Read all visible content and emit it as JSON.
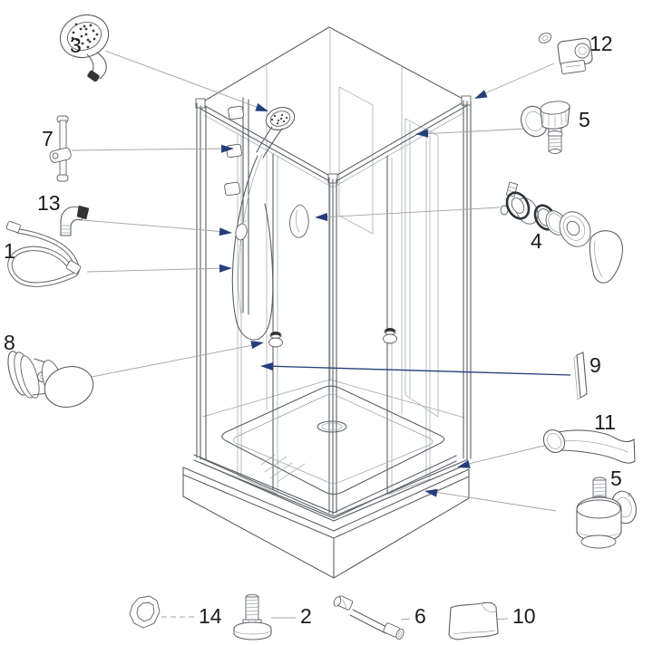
{
  "diagram": {
    "kind": "exploded-parts-diagram",
    "subject": "corner shower cabin spare parts",
    "background": "#ffffff",
    "colors": {
      "line": "#5c6066",
      "faint_line": "#9aa0a6",
      "leader_line": "#a3a3a3",
      "accent_arrow": "#263d7c",
      "label_ink": "#1b1b1b"
    }
  },
  "labels": [
    {
      "text": "3",
      "name": "hand-shower-head"
    },
    {
      "text": "7",
      "name": "slide-rail-bar"
    },
    {
      "text": "13",
      "name": "elbow-outlet"
    },
    {
      "text": "1",
      "name": "shower-hose"
    },
    {
      "text": "8",
      "name": "door-knob"
    },
    {
      "text": "12",
      "name": "top-guide-bracket"
    },
    {
      "text": "5",
      "name": "door-roller-top"
    },
    {
      "text": "4",
      "name": "mixer-valve-assembly"
    },
    {
      "text": "9",
      "name": "magnet-seal-strip"
    },
    {
      "text": "11",
      "name": "curved-profile-handle"
    },
    {
      "text": "5",
      "name": "door-roller-bottom"
    },
    {
      "text": "14",
      "name": "gasket-ring"
    },
    {
      "text": "2",
      "name": "adjustable-foot"
    },
    {
      "text": "6",
      "name": "connection-hose"
    },
    {
      "text": "10",
      "name": "wall-sheet"
    }
  ]
}
